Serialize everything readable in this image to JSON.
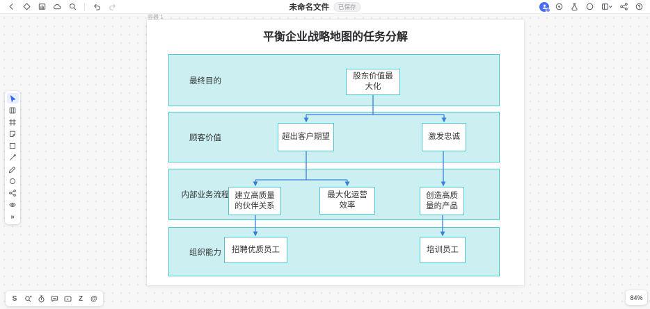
{
  "colors": {
    "band-fill": "#ccf0f2",
    "band-border": "#4fc8d2",
    "node-border": "#4fc8d2",
    "connector": "#3680db",
    "accent": "#3a67f2"
  },
  "topbar": {
    "document_title": "未命名文件",
    "status_badge": "已保存",
    "left_icons": [
      "back-icon",
      "tag-icon",
      "template-icon",
      "cloud-icon",
      "search-icon",
      "undo-icon",
      "redo-icon"
    ],
    "right_icons": [
      "user-avatar",
      "record-icon",
      "flask-icon",
      "status-circle-icon",
      "layout-icon",
      "share-icon",
      "help-icon"
    ]
  },
  "left_toolbar_icons": [
    "select-tool-icon",
    "board-tool-icon",
    "frame-tool-icon",
    "sticky-note-tool-icon",
    "shape-tool-icon",
    "line-tool-icon",
    "pencil-tool-icon",
    "ellipse-tool-icon",
    "mindmap-tool-icon",
    "eye-tool-icon",
    "expand-icon"
  ],
  "bottom_toolbar": {
    "icons": [
      "s-curve-icon",
      "ai-search-icon",
      "timer-icon",
      "comment-icon",
      "video-icon",
      "z-mode-icon",
      "mention-icon"
    ],
    "s_glyph": "S",
    "z_glyph": "Z",
    "at_glyph": "@",
    "expand_glyph": "»"
  },
  "canvas": {
    "frame_label": "容器 1",
    "zoom_level": "84%"
  },
  "diagram": {
    "title": "平衡企业战略地图的任务分解",
    "rows": [
      {
        "label": "最终目的",
        "nodes": [
          "股东价值最大化"
        ]
      },
      {
        "label": "顾客价值",
        "nodes": [
          "超出客户期望",
          "激发忠诚"
        ]
      },
      {
        "label": "内部业务流程",
        "nodes": [
          "建立高质量的伙伴关系",
          "最大化运营效率",
          "创造高质量的产品"
        ]
      },
      {
        "label": "组织能力",
        "nodes": [
          "招聘优质员工",
          "培训员工"
        ]
      }
    ],
    "edges": [
      {
        "from": "股东价值最大化",
        "to": "超出客户期望"
      },
      {
        "from": "股东价值最大化",
        "to": "激发忠诚"
      },
      {
        "from": "超出客户期望",
        "to": "建立高质量的伙伴关系"
      },
      {
        "from": "超出客户期望",
        "to": "最大化运营效率"
      },
      {
        "from": "激发忠诚",
        "to": "创造高质量的产品"
      },
      {
        "from": "建立高质量的伙伴关系",
        "to": "招聘优质员工"
      },
      {
        "from": "创造高质量的产品",
        "to": "培训员工"
      }
    ]
  }
}
